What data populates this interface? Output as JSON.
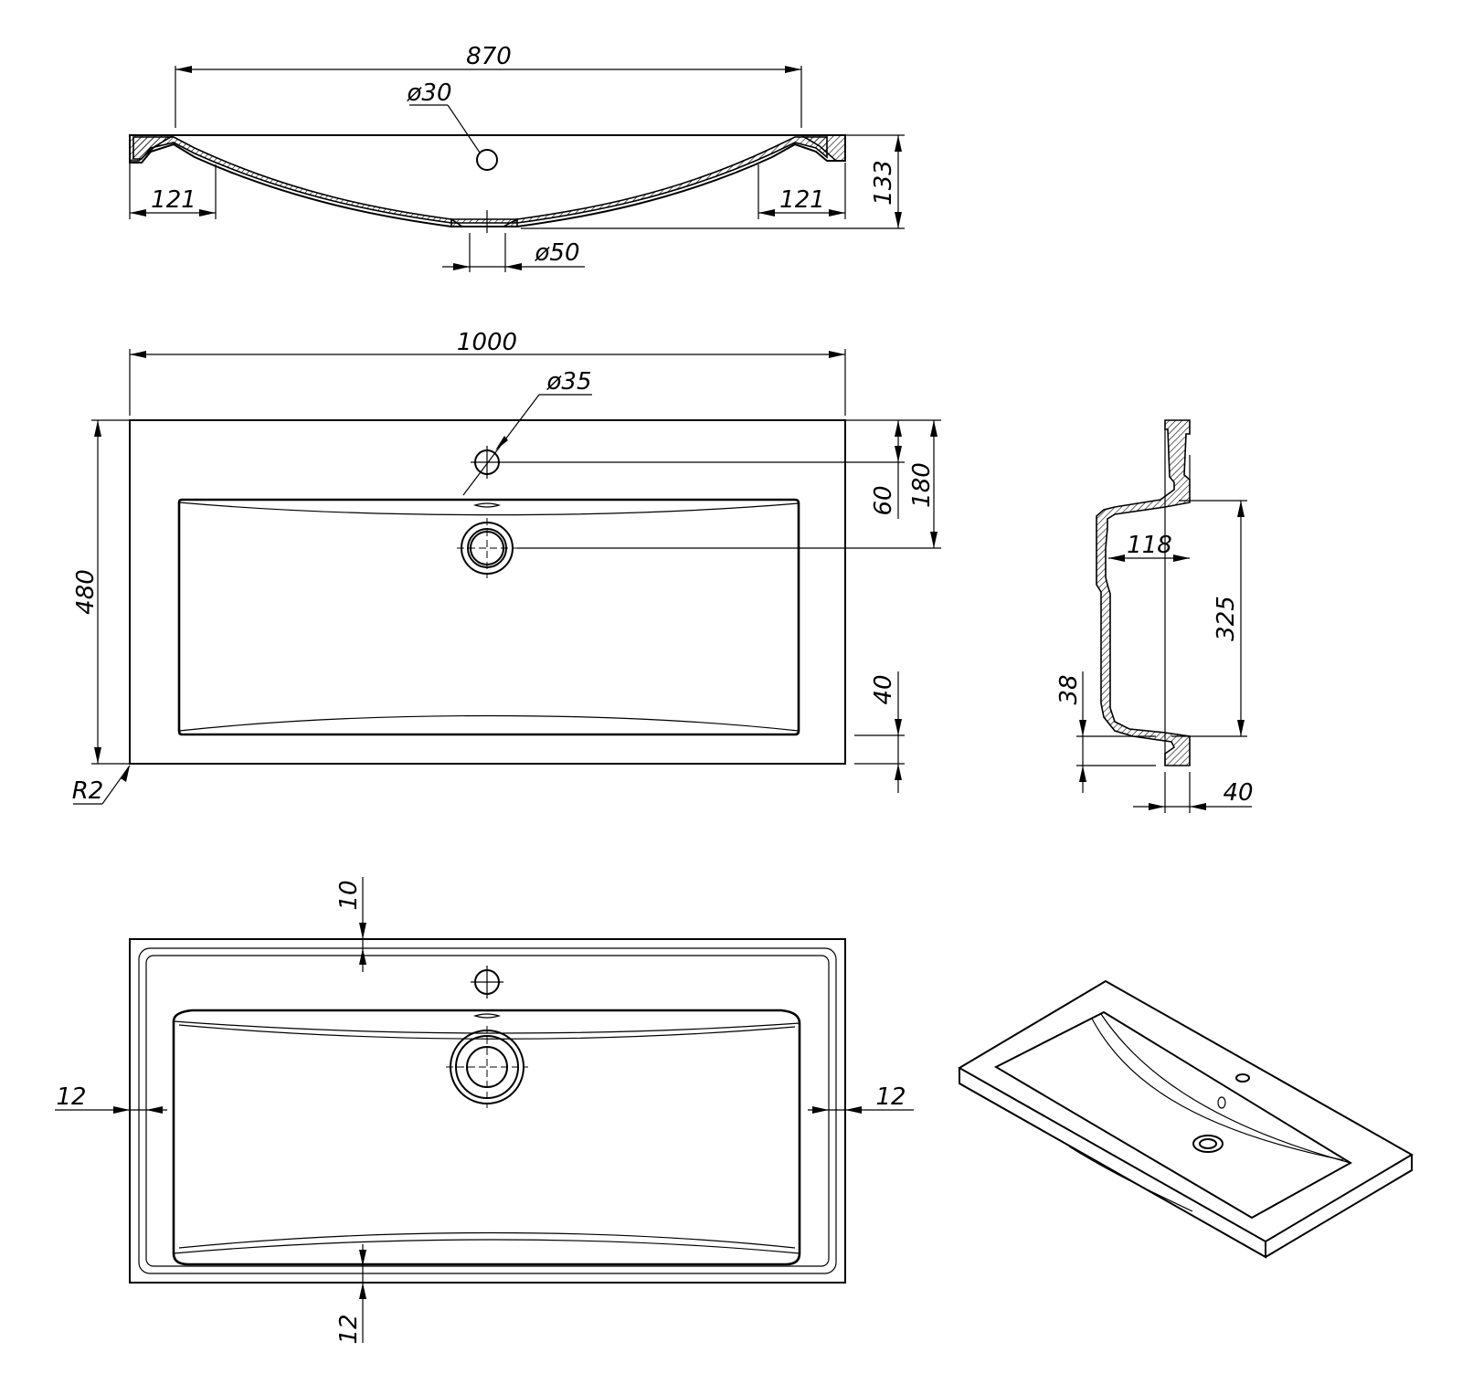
{
  "dimensions": {
    "top_width": "870",
    "tap_hole_top": "ø30",
    "rim_left": "121",
    "rim_right": "121",
    "height": "133",
    "drain_diameter": "ø50",
    "overall_width": "1000",
    "tap_hole_plan": "ø35",
    "overall_depth": "480",
    "tap_offset": "60",
    "drain_offset": "180",
    "front_edge": "40",
    "corner_radius": "R2",
    "side_depth_118": "118",
    "side_depth_325": "325",
    "side_height_38": "38",
    "side_thickness_40": "40",
    "plan_top_margin": "10",
    "plan_left_margin": "12",
    "plan_right_margin": "12",
    "plan_bottom_margin": "12"
  }
}
